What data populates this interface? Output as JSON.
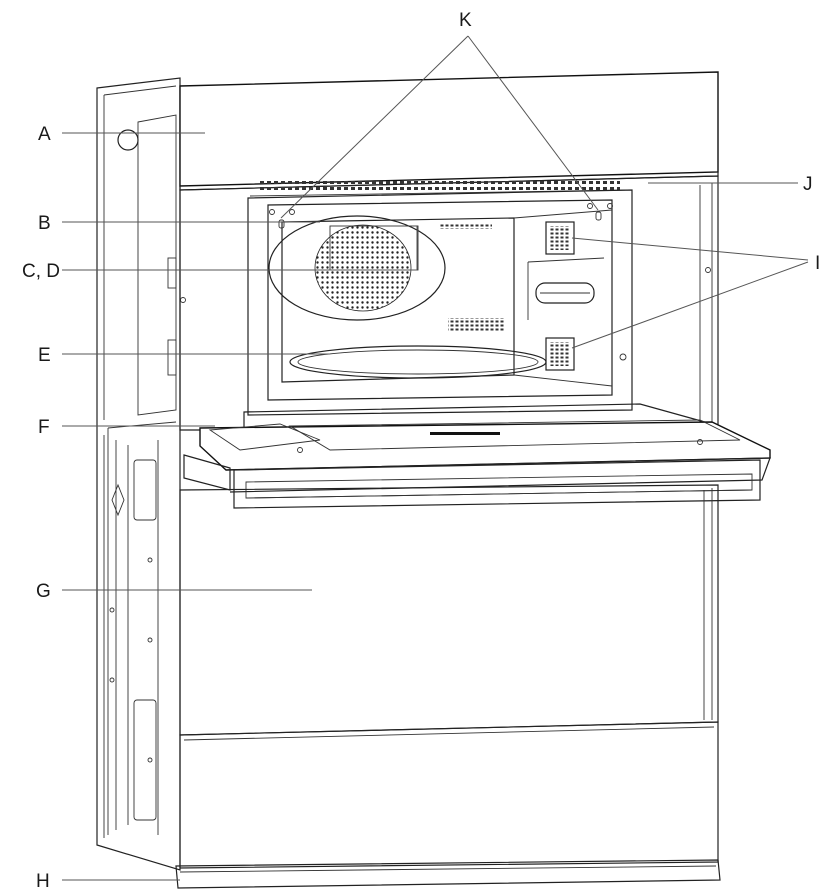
{
  "labels": {
    "A": "A",
    "B": "B",
    "CD": "C, D",
    "E": "E",
    "F": "F",
    "G": "G",
    "H": "H",
    "I": "I",
    "J": "J",
    "K": "K"
  },
  "colors": {
    "line": "#111111",
    "background": "#ffffff"
  }
}
